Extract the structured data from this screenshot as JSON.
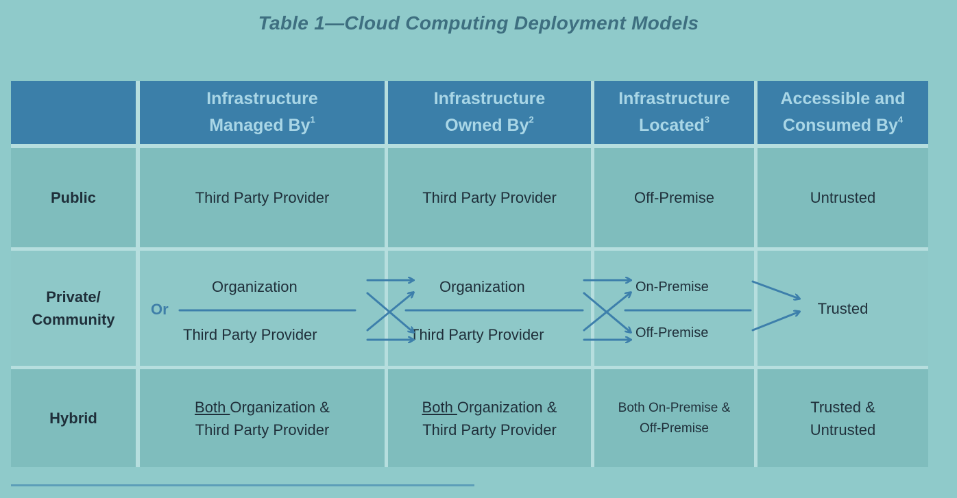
{
  "title": "Table 1—Cloud Computing Deployment Models",
  "headers": {
    "managed": {
      "line1": "Infrastructure",
      "line2": "Managed By",
      "sup": "1"
    },
    "owned": {
      "line1": "Infrastructure",
      "line2": "Owned By",
      "sup": "2"
    },
    "located": {
      "line1": "Infrastructure",
      "line2": "Located",
      "sup": "3"
    },
    "consumed": {
      "line1": "Accessible and",
      "line2": "Consumed By",
      "sup": "4"
    }
  },
  "rows": {
    "public": {
      "label": "Public",
      "managed": "Third Party Provider",
      "owned": "Third Party Provider",
      "located": "Off-Premise",
      "consumed": "Untrusted"
    },
    "private": {
      "label_line1": "Private/",
      "label_line2": "Community",
      "or": "Or",
      "managed_top": "Organization",
      "managed_bottom": "Third Party Provider",
      "owned_top": "Organization",
      "owned_bottom": "Third Party Provider",
      "located_top": "On-Premise",
      "located_bottom": "Off-Premise",
      "consumed": "Trusted"
    },
    "hybrid": {
      "label": "Hybrid",
      "managed_both": "Both ",
      "managed_rest": "Organization &",
      "managed_line2": "Third Party Provider",
      "owned_both": "Both ",
      "owned_rest": "Organization &",
      "owned_line2": "Third Party Provider",
      "located_line1": "Both On-Premise &",
      "located_line2": "Off-Premise",
      "consumed_line1": "Trusted &",
      "consumed_line2": "Untrusted"
    }
  },
  "colors": {
    "page_bg": "#8fcaca",
    "header_bg": "#3b7fa9",
    "header_text": "#a9d6e6",
    "cell_bg": "#7fbdbd",
    "arrow": "#3d7fab"
  }
}
